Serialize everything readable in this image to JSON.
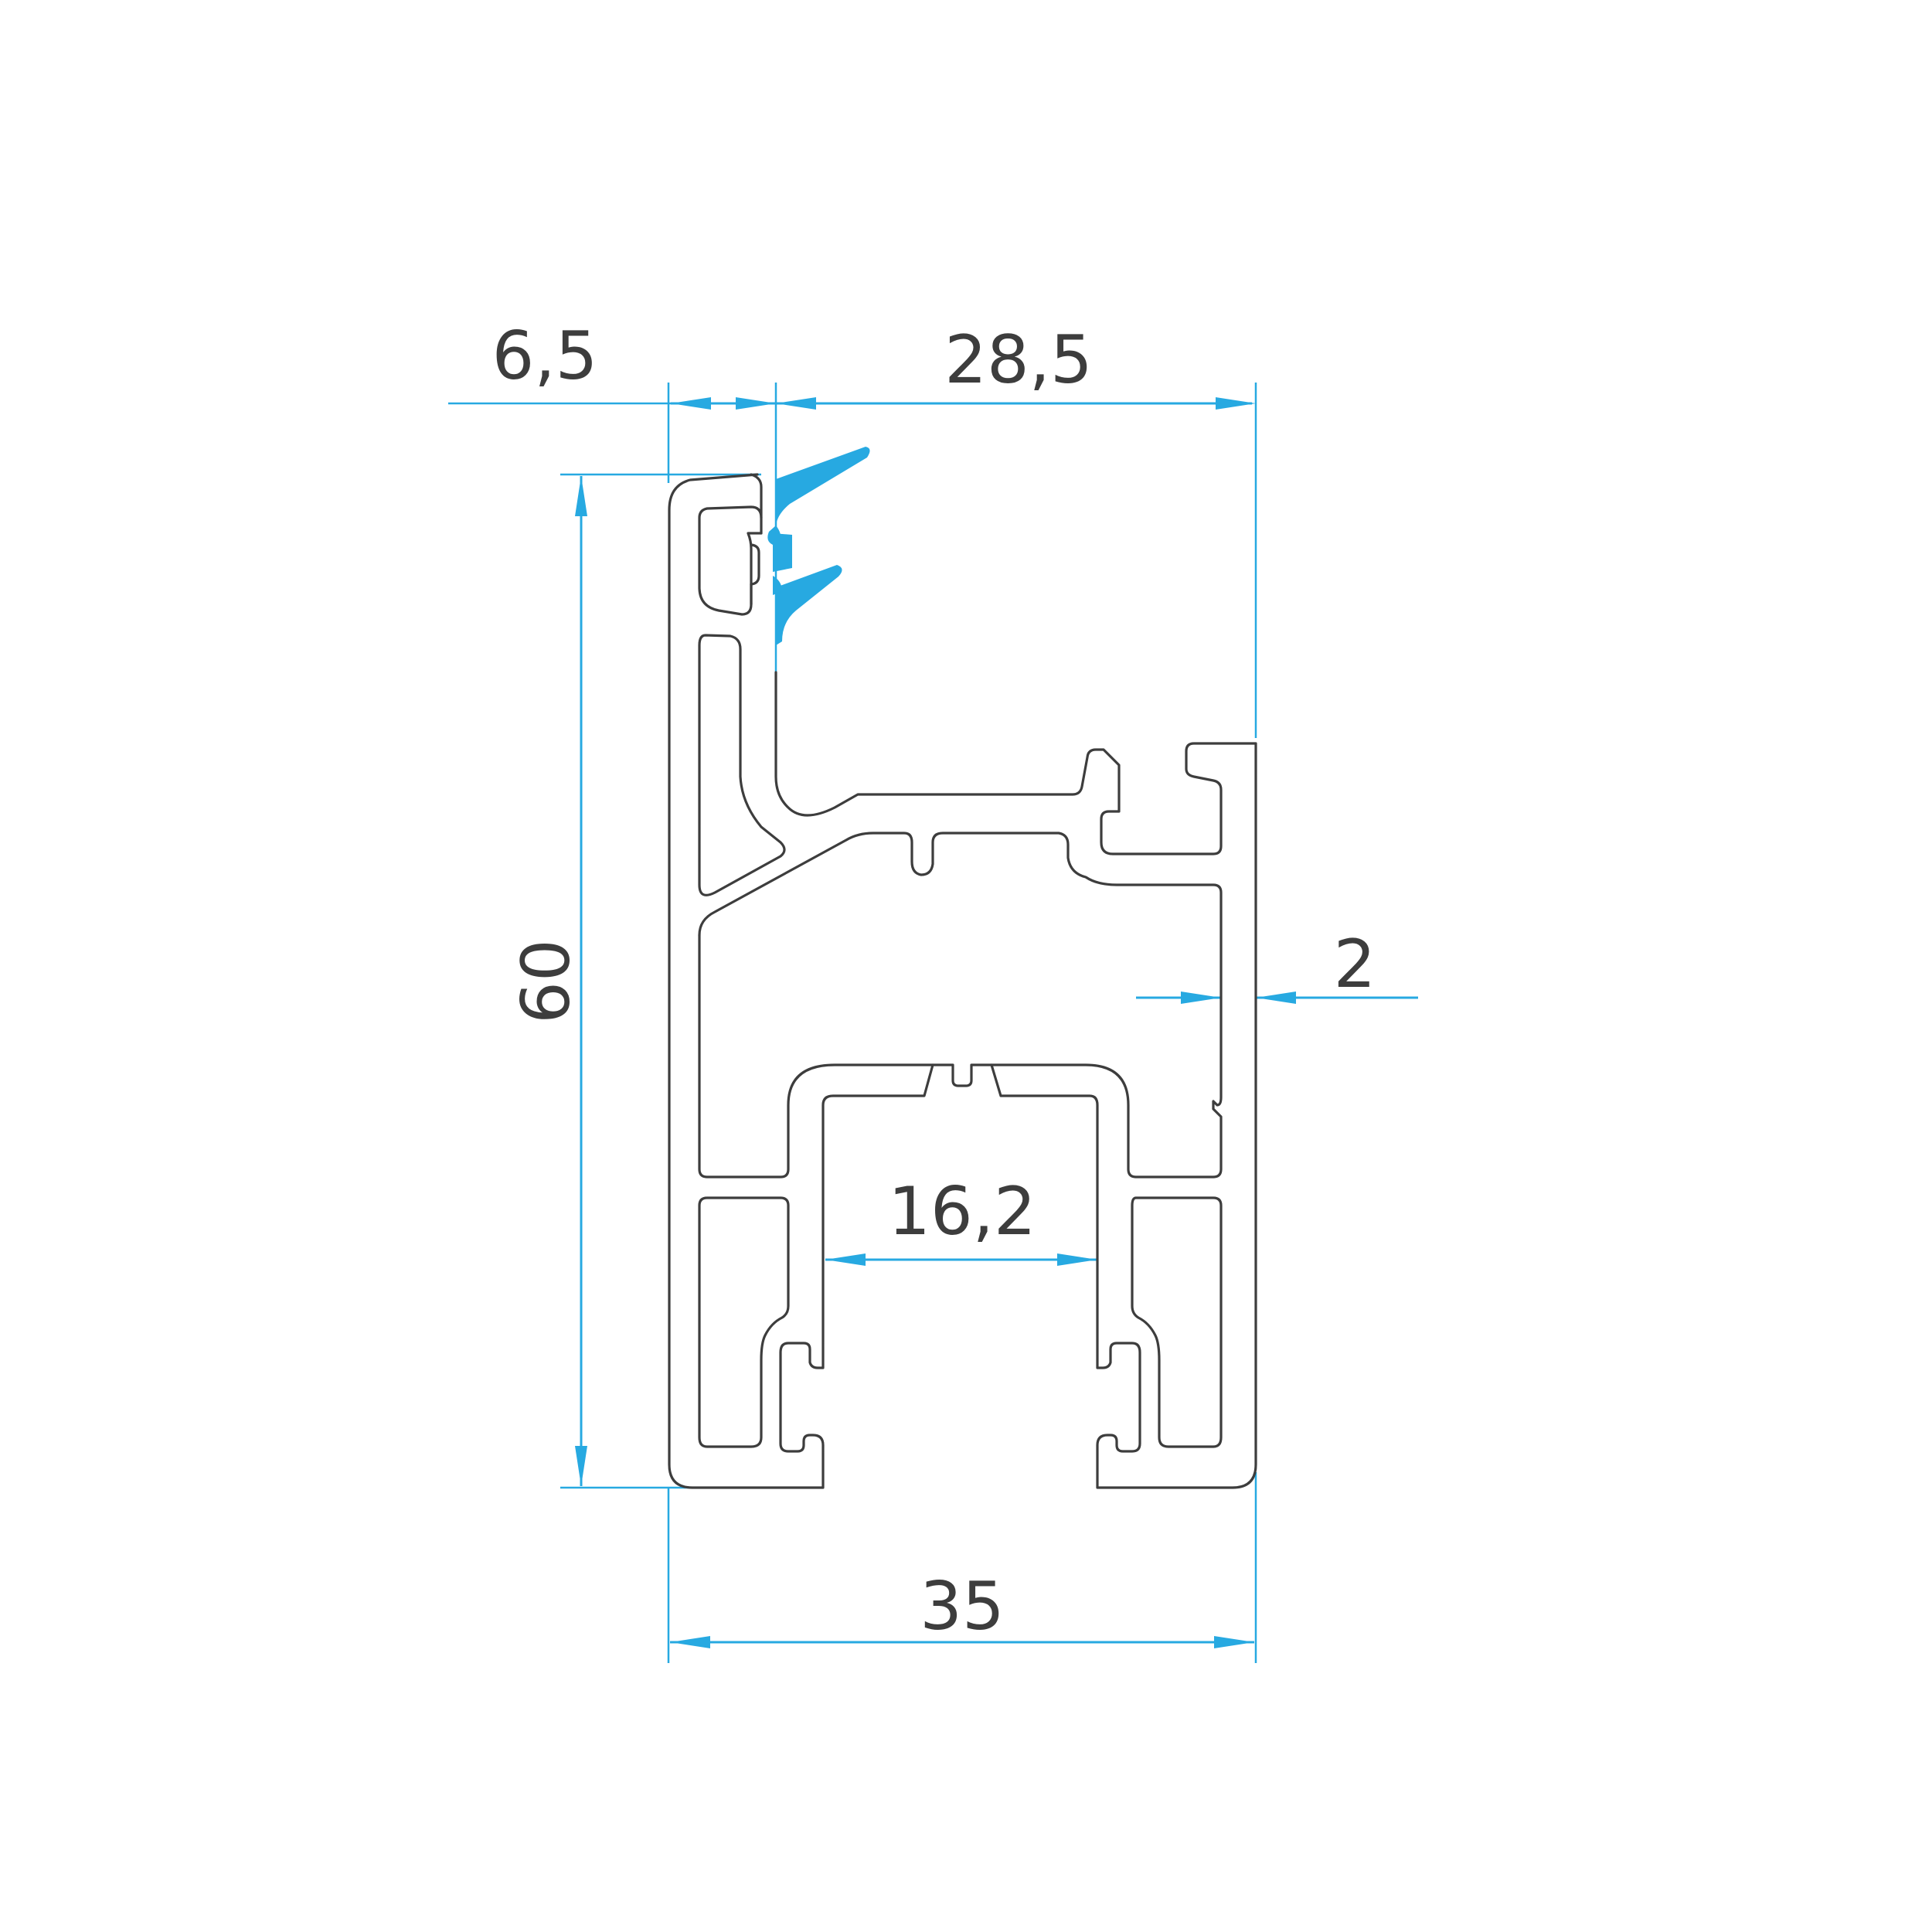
{
  "dimensions": {
    "left_flange": "6,5",
    "right_span": "28,5",
    "height": "60",
    "wall": "2",
    "inner_channel": "16,2",
    "total_width": "35"
  },
  "colors": {
    "dimension": "#27a9e1",
    "gasket": "#27a9e1",
    "outline": "#3d3d3d",
    "text": "#3d3d3d"
  }
}
